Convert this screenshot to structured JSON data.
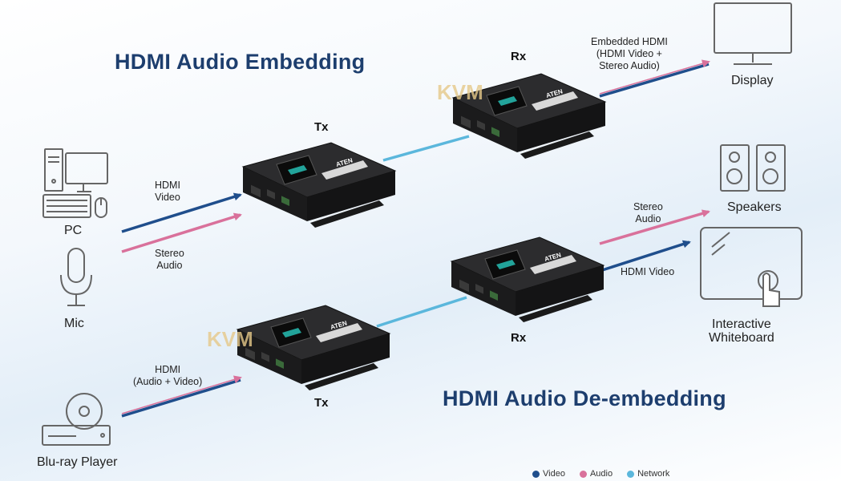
{
  "titles": {
    "embedding": "HDMI Audio Embedding",
    "deembedding": "HDMI Audio De-embedding"
  },
  "devices": {
    "tx_top": "Tx",
    "rx_top": "Rx",
    "tx_bottom": "Tx",
    "rx_bottom": "Rx",
    "brand": "ATEN",
    "watermark": "KVM"
  },
  "sources": {
    "pc": "PC",
    "mic": "Mic",
    "bluray": "Blu-ray Player"
  },
  "outputs": {
    "display": "Display",
    "speakers": "Speakers",
    "whiteboard": "Interactive\nWhiteboard"
  },
  "signals": {
    "hdmi_video_in": "HDMI\nVideo",
    "stereo_audio_in": "Stereo\nAudio",
    "embedded_hdmi": "Embedded HDMI\n(HDMI Video +\nStereo Audio)",
    "hdmi_av_in": "HDMI\n(Audio + Video)",
    "stereo_audio_out": "Stereo\nAudio",
    "hdmi_video_out": "HDMI Video"
  },
  "legend": [
    {
      "label": "Video",
      "color": "#1f4e8c"
    },
    {
      "label": "Audio",
      "color": "#d9719b"
    },
    {
      "label": "Network",
      "color": "#5bb7dc"
    }
  ],
  "colors": {
    "video": "#1f4e8c",
    "audio": "#d9719b",
    "network": "#5bb7dc"
  }
}
